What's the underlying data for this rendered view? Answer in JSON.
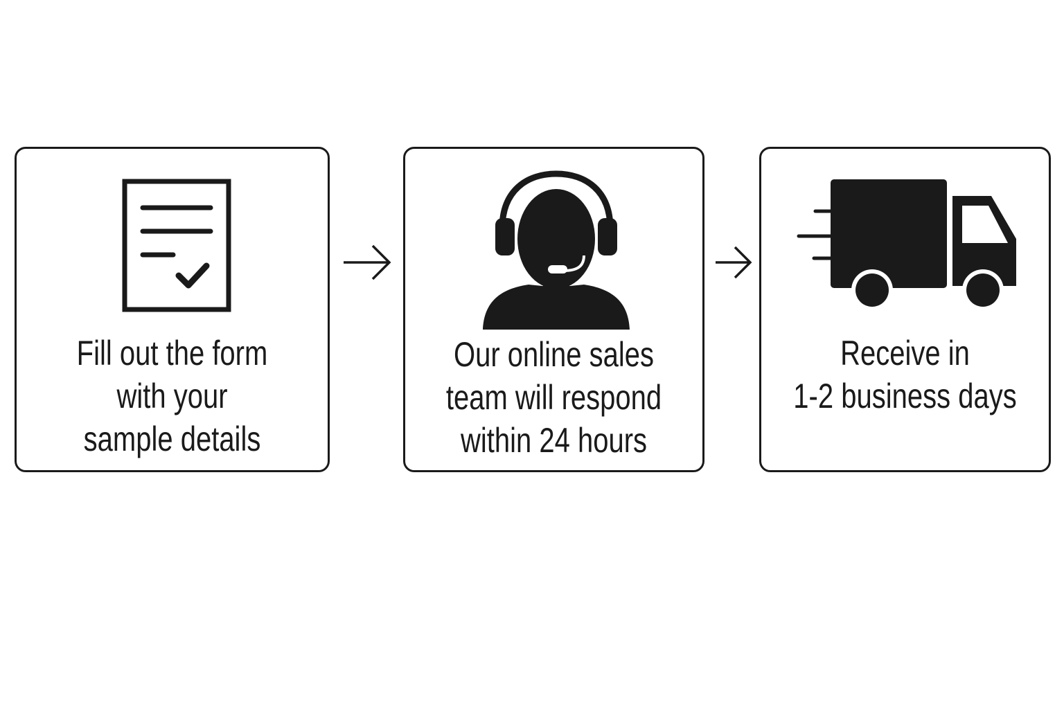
{
  "steps": [
    {
      "icon": "document-check-icon",
      "lines": [
        "Fill out the form",
        "with your",
        "sample details"
      ]
    },
    {
      "icon": "headset-agent-icon",
      "lines": [
        "Our online sales",
        "team will respond",
        "within 24 hours"
      ]
    },
    {
      "icon": "delivery-truck-icon",
      "lines": [
        "Receive in",
        "1-2 business days"
      ]
    }
  ],
  "colors": {
    "ink": "#1a1a1a",
    "background": "#ffffff"
  }
}
